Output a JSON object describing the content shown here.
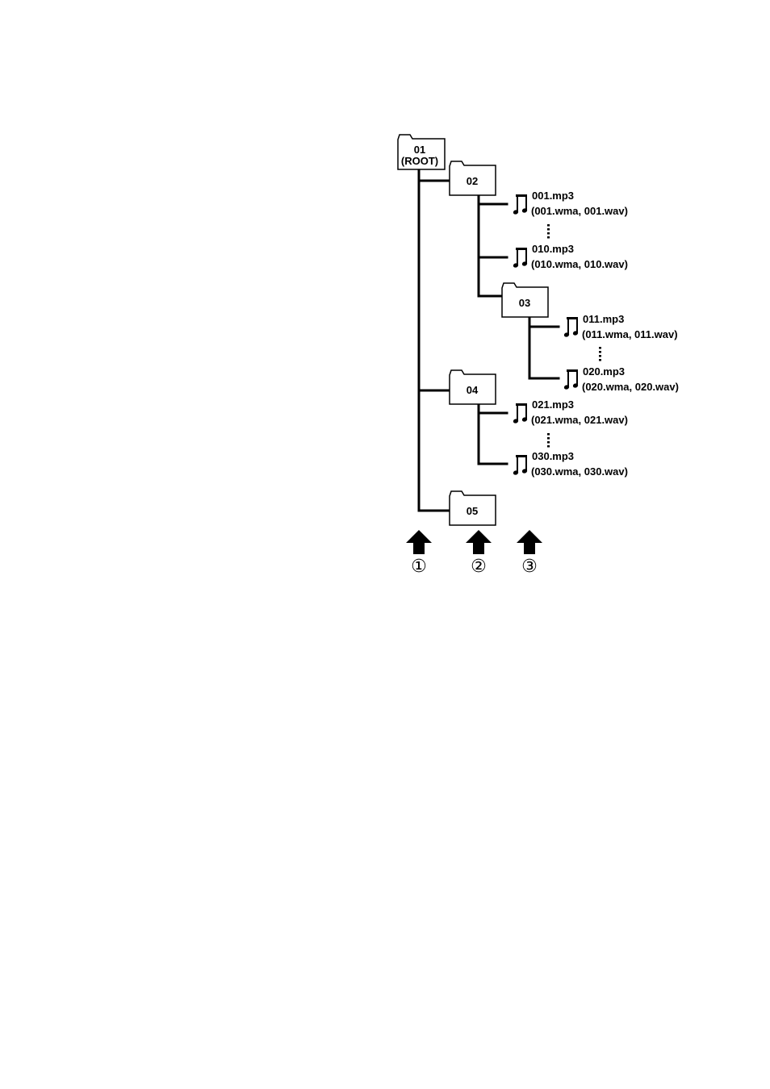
{
  "folders": [
    {
      "id": "f01",
      "lines": [
        "01",
        "(ROOT)"
      ]
    },
    {
      "id": "f02",
      "lines": [
        "02"
      ]
    },
    {
      "id": "f03",
      "lines": [
        "03"
      ]
    },
    {
      "id": "f04",
      "lines": [
        "04"
      ]
    },
    {
      "id": "f05",
      "lines": [
        "05"
      ]
    }
  ],
  "files": [
    {
      "id": "a001",
      "name": "001.mp3",
      "alt": "(001.wma, 001.wav)"
    },
    {
      "id": "a010",
      "name": "010.mp3",
      "alt": "(010.wma, 010.wav)"
    },
    {
      "id": "a011",
      "name": "011.mp3",
      "alt": "(011.wma, 011.wav)"
    },
    {
      "id": "a020",
      "name": "020.mp3",
      "alt": "(020.wma, 020.wav)"
    },
    {
      "id": "a021",
      "name": "021.mp3",
      "alt": "(021.wma, 021.wav)"
    },
    {
      "id": "a030",
      "name": "030.mp3",
      "alt": "(030.wma, 030.wav)"
    }
  ],
  "levels": [
    "①",
    "②",
    "③"
  ],
  "icons": {
    "folder": "folder-icon",
    "file": "music-note-icon",
    "arrow": "arrow-up-icon",
    "ellipsis": "vertical-ellipsis-icon"
  },
  "colors": {
    "ink": "#000000",
    "paper": "#ffffff"
  }
}
